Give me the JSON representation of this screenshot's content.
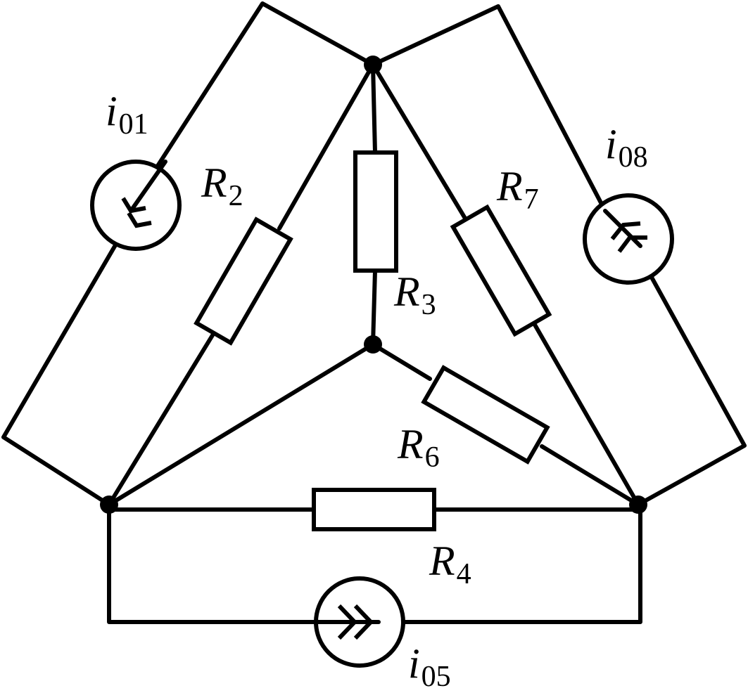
{
  "labels": {
    "i01": {
      "main": "i",
      "sub": "01"
    },
    "i08": {
      "main": "i",
      "sub": "08"
    },
    "i05": {
      "main": "i",
      "sub": "05"
    },
    "R2": {
      "main": "R",
      "sub": "2"
    },
    "R3": {
      "main": "R",
      "sub": "3"
    },
    "R4": {
      "main": "R",
      "sub": "4"
    },
    "R6": {
      "main": "R",
      "sub": "6"
    },
    "R7": {
      "main": "R",
      "sub": "7"
    }
  }
}
